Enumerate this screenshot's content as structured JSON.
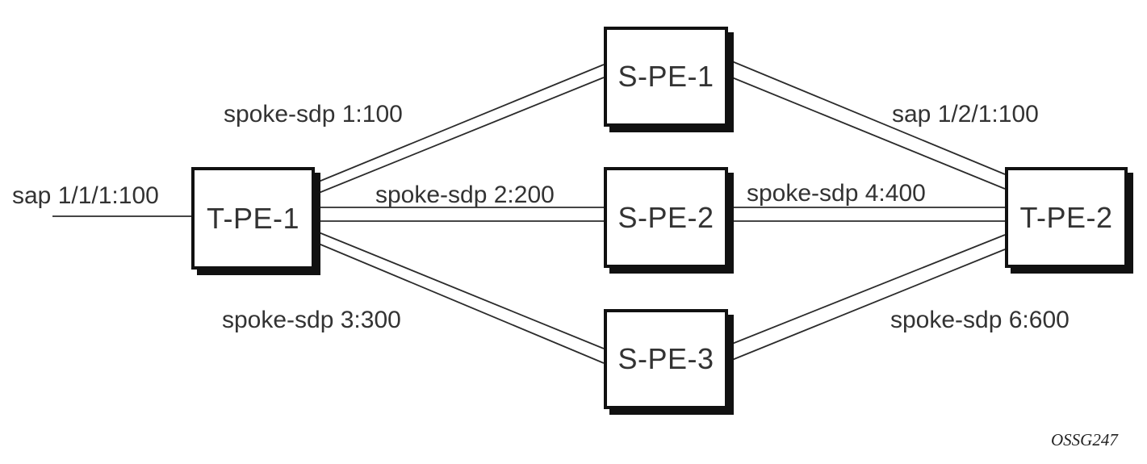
{
  "nodes": {
    "tpe1": {
      "label": "T-PE-1"
    },
    "spe1": {
      "label": "S-PE-1"
    },
    "spe2": {
      "label": "S-PE-2"
    },
    "spe3": {
      "label": "S-PE-3"
    },
    "tpe2": {
      "label": "T-PE-2"
    }
  },
  "edge_labels": {
    "sap_left": {
      "text": "sap 1/1/1:100"
    },
    "spoke1": {
      "text": "spoke-sdp 1:100"
    },
    "spoke2": {
      "text": "spoke-sdp 2:200"
    },
    "spoke3": {
      "text": "spoke-sdp 3:300"
    },
    "sap_right": {
      "text": "sap 1/2/1:100"
    },
    "spoke4": {
      "text": "spoke-sdp 4:400"
    },
    "spoke6": {
      "text": "spoke-sdp 6:600"
    }
  },
  "connections": [
    {
      "from": "T-PE-1",
      "to": "S-PE-1",
      "label": "spoke-sdp 1:100",
      "style": "double-line"
    },
    {
      "from": "T-PE-1",
      "to": "S-PE-2",
      "label": "spoke-sdp 2:200",
      "style": "double-line"
    },
    {
      "from": "T-PE-1",
      "to": "S-PE-3",
      "label": "spoke-sdp 3:300",
      "style": "double-line"
    },
    {
      "from": "S-PE-1",
      "to": "T-PE-2",
      "label": "sap 1/2/1:100",
      "style": "double-line"
    },
    {
      "from": "S-PE-2",
      "to": "T-PE-2",
      "label": "spoke-sdp 4:400",
      "style": "double-line"
    },
    {
      "from": "S-PE-3",
      "to": "T-PE-2",
      "label": "spoke-sdp 6:600",
      "style": "double-line"
    },
    {
      "from": "access-circuit",
      "to": "T-PE-1",
      "label": "sap 1/1/1:100",
      "style": "single-line"
    }
  ],
  "footer": {
    "figure_code": "OSSG247"
  },
  "colors": {
    "background": "#ffffff",
    "line": "#2b2b2b",
    "box_border": "#111111",
    "text": "#333333"
  }
}
